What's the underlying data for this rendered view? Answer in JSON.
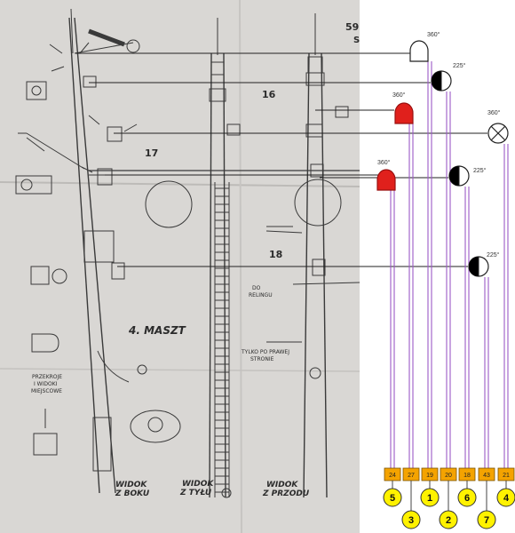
{
  "drawing": {
    "corner_top": "59",
    "corner_mid": "S",
    "callout_16": "16",
    "callout_17": "17",
    "callout_18": "18",
    "title": "4. MASZT",
    "do_relingu_1": "DO",
    "do_relingu_2": "RELINGU",
    "tylko_1": "TYLKO PO PRAWEJ",
    "tylko_2": "STRONIE",
    "przekroje_1": "PRZEKROJE",
    "przekroje_2": "I WIDOKI",
    "przekroje_3": "MIEJSCOWE",
    "view_side_1": "WIDOK",
    "view_side_2": "Z BOKU",
    "view_back_1": "WIDOK",
    "view_back_2": "Z TYŁU",
    "view_front_1": "WIDOK",
    "view_front_2": "Z PRZODU"
  },
  "lights": [
    {
      "id": "masthead-white",
      "angle": "360°",
      "color": "#ffffff"
    },
    {
      "id": "half-white-upper",
      "angle": "225°",
      "color": "#000000"
    },
    {
      "id": "red-upper",
      "angle": "360°",
      "color": "#e0201c"
    },
    {
      "id": "cross-white",
      "angle": "360°",
      "color": "#ffffff"
    },
    {
      "id": "red-lower",
      "angle": "360°",
      "color": "#e0201c"
    },
    {
      "id": "half-white-mid",
      "angle": "225°",
      "color": "#000000"
    },
    {
      "id": "half-white-low",
      "angle": "225°",
      "color": "#000000"
    }
  ],
  "channels": [
    "24",
    "27",
    "19",
    "20",
    "18",
    "43",
    "21"
  ],
  "numbers": [
    "5",
    "3",
    "1",
    "2",
    "6",
    "7",
    "4"
  ],
  "colors": {
    "wire": "#9b59c6",
    "box_fill": "#f4a300",
    "circle_fill": "#fff200",
    "red_light": "#e0201c"
  }
}
